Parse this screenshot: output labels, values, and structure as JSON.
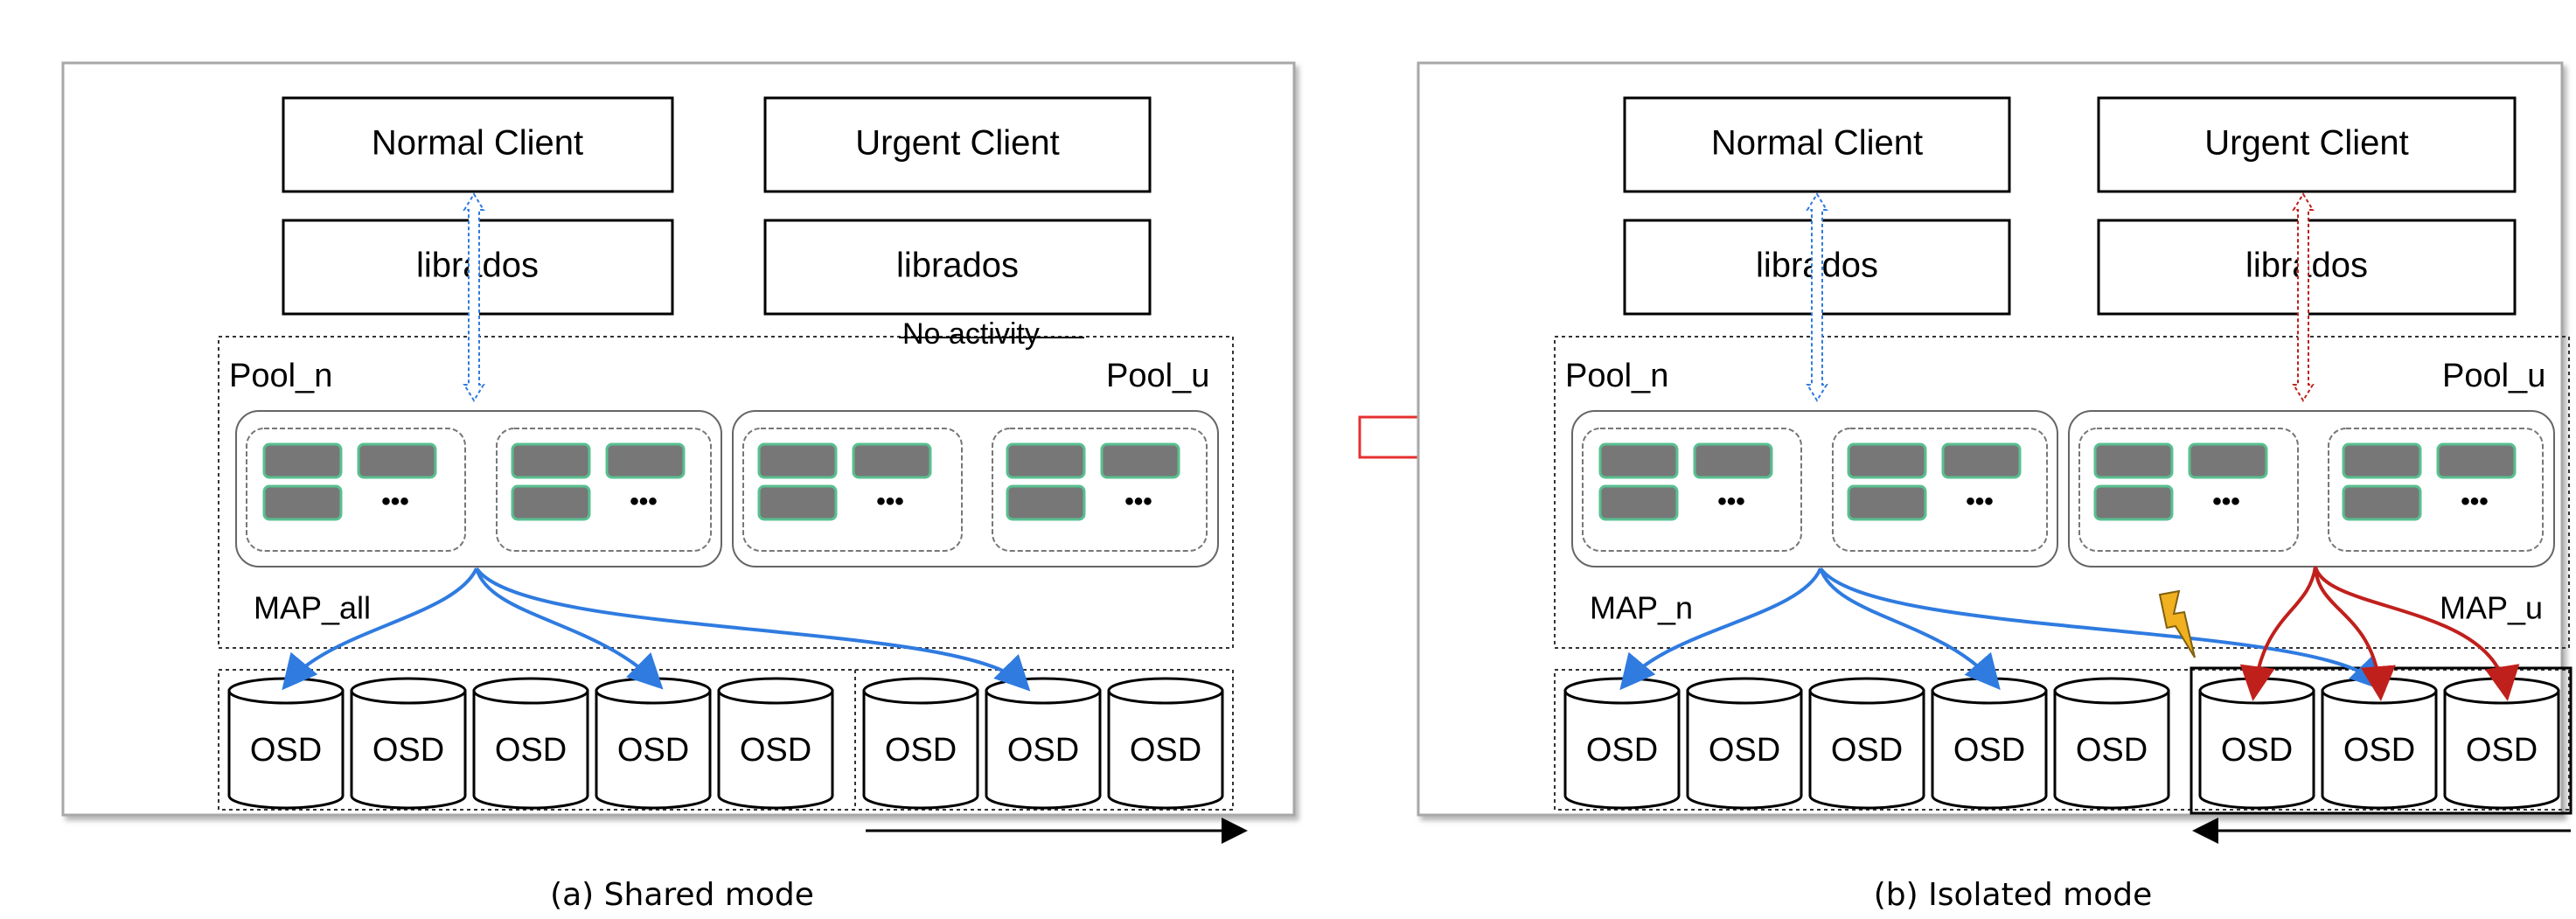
{
  "panel_a": {
    "normal_client": "Normal Client",
    "urgent_client": "Urgent Client",
    "librados_normal": "librados",
    "librados_urgent": "librados",
    "no_activity": "No activity",
    "pool_n": "Pool_n",
    "pool_u": "Pool_u",
    "map_label": "MAP_all",
    "osds": [
      "OSD",
      "OSD",
      "OSD",
      "OSD",
      "OSD",
      "OSD",
      "OSD",
      "OSD"
    ],
    "pg_dots": [
      "•••",
      "•••",
      "•••",
      "•••"
    ],
    "caption": "(a) Shared mode"
  },
  "panel_b": {
    "normal_client": "Normal Client",
    "urgent_client": "Urgent Client",
    "librados_normal": "librados",
    "librados_urgent": "librados",
    "pool_n": "Pool_n",
    "pool_u": "Pool_u",
    "map_n_label": "MAP_n",
    "map_u_label": "MAP_u",
    "osds": [
      "OSD",
      "OSD",
      "OSD",
      "OSD",
      "OSD",
      "OSD",
      "OSD",
      "OSD"
    ],
    "pg_dots": [
      "•••",
      "•••",
      "•••",
      "•••"
    ],
    "caption": "(b) Isolated mode"
  },
  "colors": {
    "blue": "#2f7be0",
    "red": "#c0201c",
    "pg_fill": "#777777",
    "pg_stroke": "#58c090",
    "lightning": "#f0b020"
  }
}
